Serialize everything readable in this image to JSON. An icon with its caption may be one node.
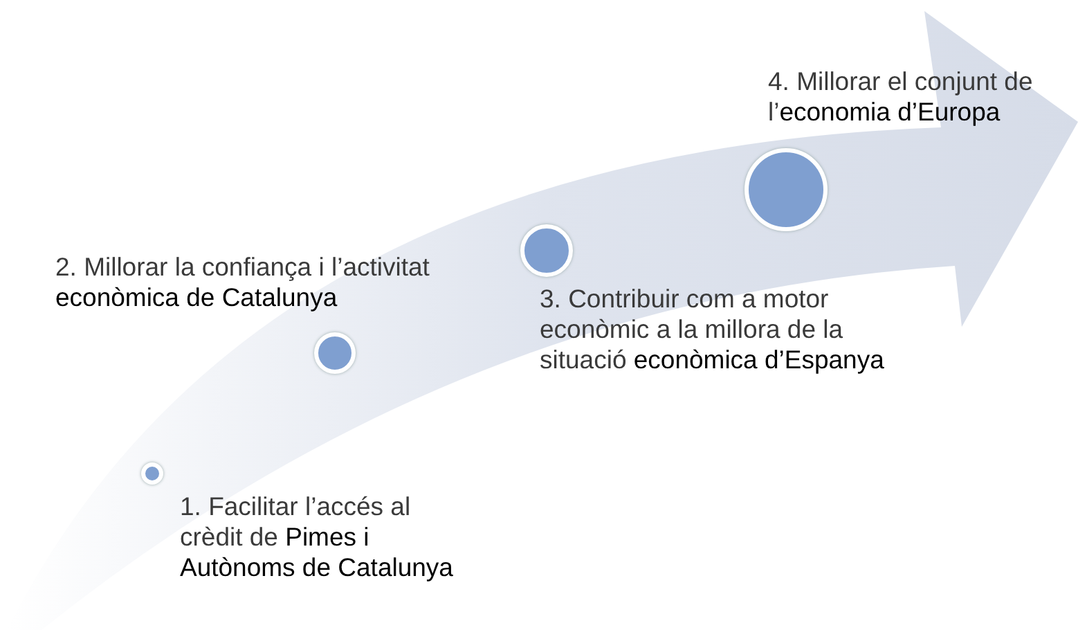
{
  "diagram": {
    "nodes": [
      {
        "text": [],
        "shape": "circle",
        "beside": [
          "1. Facilitar l’accés al crèdit de **Pimes i Autònoms de Catalunya**"
        ]
      },
      {
        "text": [],
        "shape": "circle",
        "beside": [
          "2. Millorar la confiança i l’activitat **econòmica de Catalunya**"
        ]
      },
      {
        "text": [],
        "shape": "circle",
        "beside": [
          "3. Contribuir com a motor econòmic a la millora de la situació **econòmica d’Espanya**"
        ]
      },
      {
        "text": [],
        "shape": "circle",
        "beside": [
          "4. Millorar el conjunt de l’**economia d’Europa**"
        ]
      }
    ]
  }
}
